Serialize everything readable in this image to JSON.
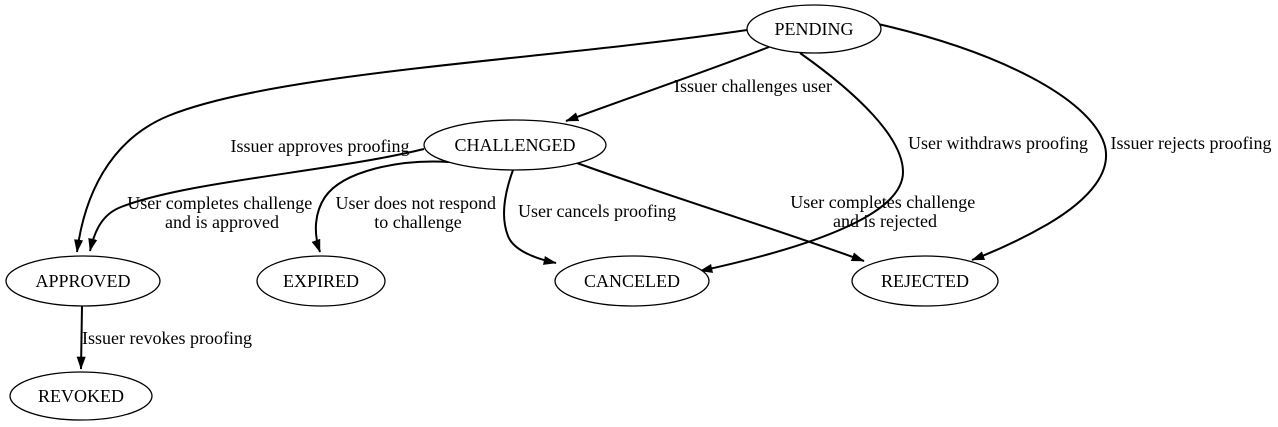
{
  "diagram": {
    "background_color": "#ffffff",
    "line_color": "#000000",
    "nodes": {
      "pending": {
        "label": "PENDING"
      },
      "challenged": {
        "label": "CHALLENGED"
      },
      "approved": {
        "label": "APPROVED"
      },
      "expired": {
        "label": "EXPIRED"
      },
      "canceled": {
        "label": "CANCELED"
      },
      "rejected": {
        "label": "REJECTED"
      },
      "revoked": {
        "label": "REVOKED"
      }
    },
    "edges": {
      "pending_challenged": {
        "from": "PENDING",
        "to": "CHALLENGED",
        "label": "Issuer challenges user"
      },
      "pending_approved": {
        "from": "PENDING",
        "to": "APPROVED",
        "label": "Issuer approves proofing"
      },
      "pending_canceled": {
        "from": "PENDING",
        "to": "CANCELED",
        "label": "User withdraws proofing"
      },
      "pending_rejected": {
        "from": "PENDING",
        "to": "REJECTED",
        "label": "Issuer rejects proofing"
      },
      "challenged_approved": {
        "from": "CHALLENGED",
        "to": "APPROVED",
        "label_lines": [
          "User completes challenge",
          "and is approved"
        ]
      },
      "challenged_expired": {
        "from": "CHALLENGED",
        "to": "EXPIRED",
        "label_lines": [
          "User does not respond",
          "to challenge"
        ]
      },
      "challenged_canceled": {
        "from": "CHALLENGED",
        "to": "CANCELED",
        "label": "User cancels proofing"
      },
      "challenged_rejected": {
        "from": "CHALLENGED",
        "to": "REJECTED",
        "label_lines": [
          "User completes challenge",
          "and is rejected"
        ]
      },
      "approved_revoked": {
        "from": "APPROVED",
        "to": "REVOKED",
        "label": "Issuer revokes proofing"
      }
    }
  }
}
